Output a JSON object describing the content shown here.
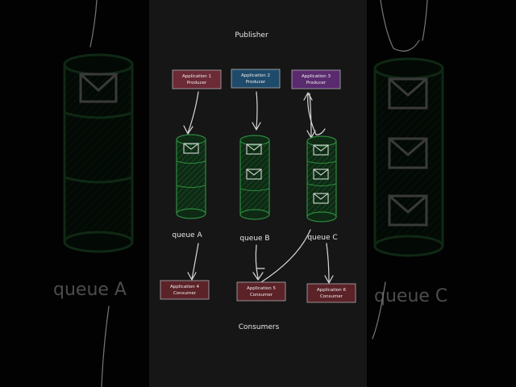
{
  "diagram": {
    "title": "Publisher",
    "footer": "Consumers",
    "producers": [
      {
        "line1": "Application 1",
        "line2": "Producer",
        "color": "#6b2a36"
      },
      {
        "line1": "Application 2",
        "line2": "Producer",
        "color": "#1f4b6b"
      },
      {
        "line1": "Application 3",
        "line2": "Producer",
        "color": "#5a2a6e"
      }
    ],
    "queues": [
      {
        "label": "queue A",
        "messages": 1
      },
      {
        "label": "queue B",
        "messages": 2
      },
      {
        "label": "queue C",
        "messages": 3
      }
    ],
    "consumers": [
      {
        "line1": "Application 4",
        "line2": "Consumer",
        "color": "#5b2228"
      },
      {
        "line1": "Application 5",
        "line2": "Consumer",
        "color": "#5b2228"
      },
      {
        "line1": "Application 6",
        "line2": "Consumer",
        "color": "#5b2228"
      }
    ],
    "queue_color": "#2f8a3f",
    "background_label_left": "queue A",
    "background_label_right": "queue C"
  }
}
